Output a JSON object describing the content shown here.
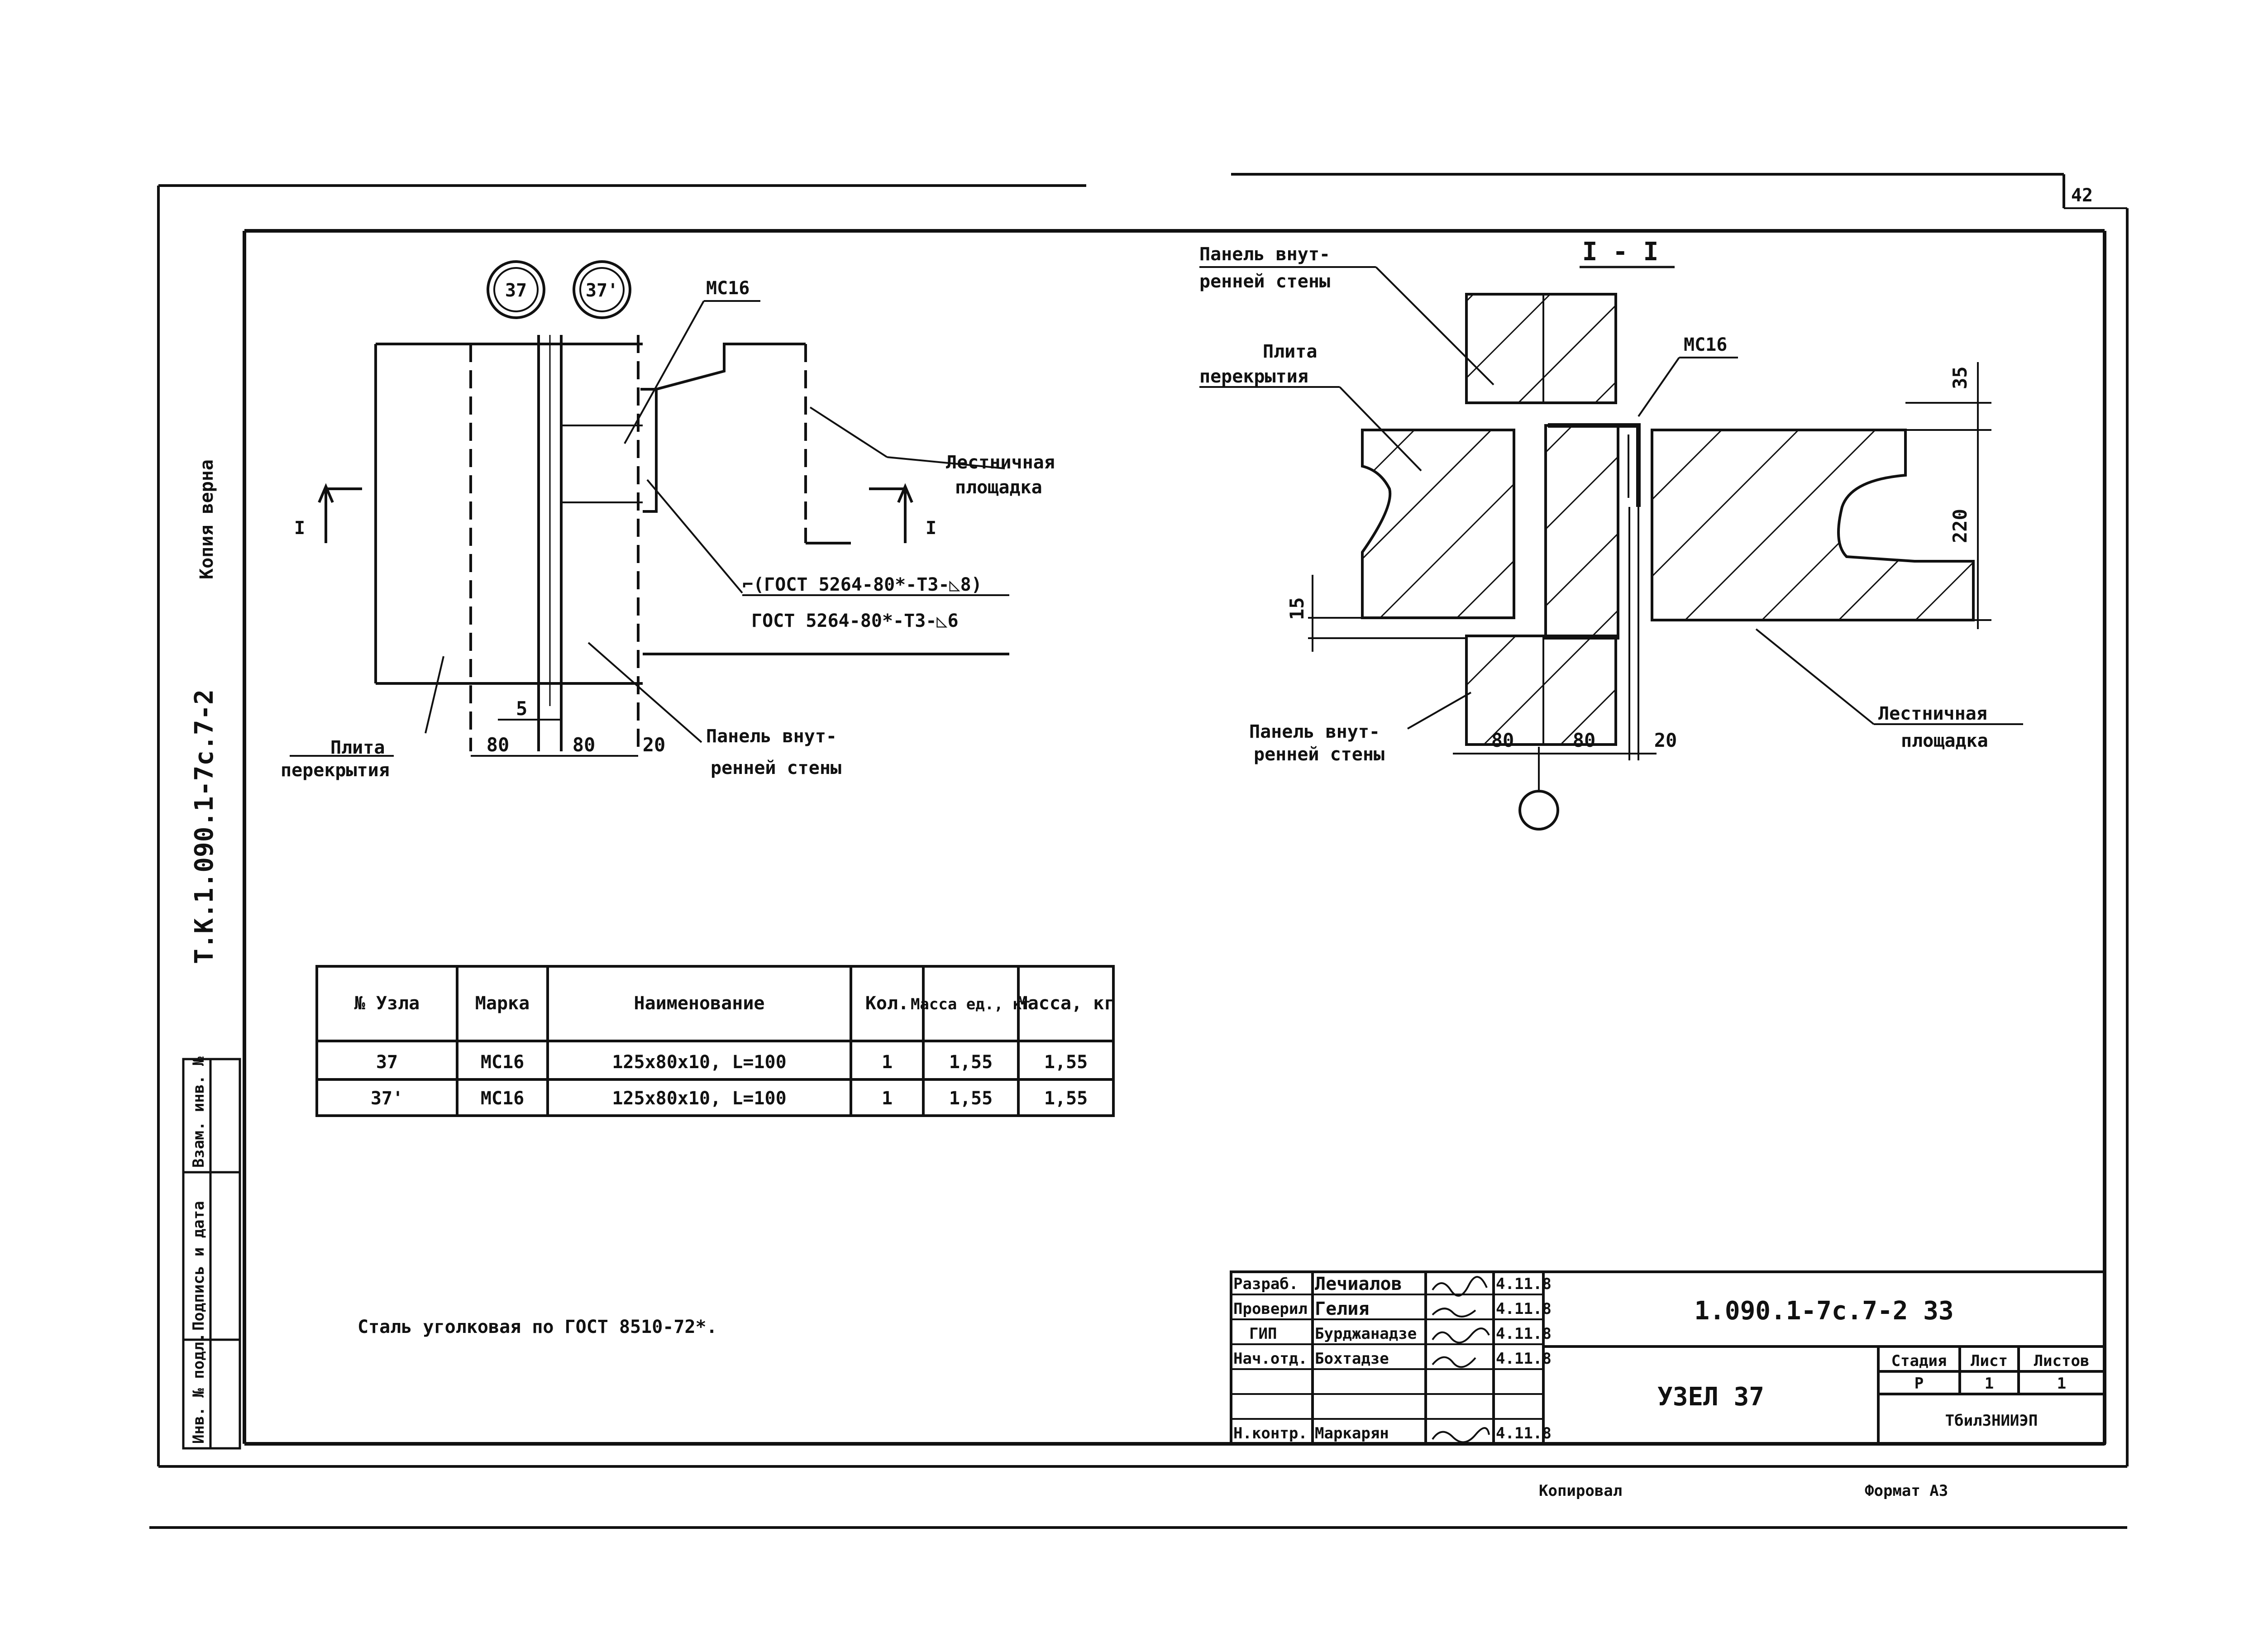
{
  "page_number": "42",
  "left_stamp": {
    "album": "Т.К.1.090.1-7с.7-2",
    "copy": "Копия верна"
  },
  "side_box": {
    "inv_replace": "Взам. инв. №",
    "signature_date": "Подпись и дата",
    "inv_original": "Инв. № подл."
  },
  "plan_view": {
    "node_marks": [
      "37",
      "37'"
    ],
    "part_label": "МС16",
    "section_mark": "I",
    "landing_label_1": "Лестничная",
    "landing_label_2": "площадка",
    "weld_label_1": "⌐(ГОСТ 5264-80*-Т3-◺8)",
    "weld_label_2": "ГОСТ 5264-80*-Т3-◺6",
    "slab_label_1": "Плита",
    "slab_label_2": "перекрытия",
    "panel_label_1": "Панель внут-",
    "panel_label_2": "ренней стены",
    "dim_5": "5",
    "dims": [
      "80",
      "80",
      "20"
    ]
  },
  "section_view": {
    "title": "I - I",
    "panel_top_1": "Панель внут-",
    "panel_top_2": "ренней стены",
    "slab_1": "Плита",
    "slab_2": "перекрытия",
    "part_label": "МС16",
    "dim_35": "35",
    "dim_220": "220",
    "dim_15": "15",
    "panel_bottom_1": "Панель внут-",
    "panel_bottom_2": "ренней стены",
    "landing_1": "Лестничная",
    "landing_2": "площадка",
    "dims": [
      "80",
      "80",
      "20"
    ]
  },
  "spec_table": {
    "headers": [
      "№ Узла",
      "Марка",
      "Наименование",
      "Кол.",
      "Масса ед., кг",
      "Масса, кг"
    ],
    "rows": [
      [
        "37",
        "МС16",
        "125х80х10, L=100",
        "1",
        "1,55",
        "1,55"
      ],
      [
        "37'",
        "МС16",
        "125х80х10, L=100",
        "1",
        "1,55",
        "1,55"
      ]
    ]
  },
  "note": "Сталь уголковая по ГОСТ 8510-72*.",
  "title_block": {
    "roles": [
      "Разраб.",
      "Проверил",
      "ГИП",
      "Нач.отд.",
      "",
      "",
      "Н.контр."
    ],
    "names": [
      "Лечиалов",
      "Гелия",
      "Бурджанадзе",
      "Бохтадзе",
      "",
      "",
      "Маркарян"
    ],
    "dates": [
      "4.11.8",
      "4.11.8",
      "4.11.8",
      "4.11.8",
      "",
      "",
      "4.11.8"
    ],
    "document_code": "1.090.1-7с.7-2 33",
    "sheet_name": "УЗЕЛ 37",
    "stage_header": "Стадия",
    "sheet_header": "Лист",
    "sheets_header": "Листов",
    "stage": "Р",
    "sheet": "1",
    "sheets": "1",
    "organization": "ТбилЗНИИЭП"
  },
  "footer": {
    "copied": "Копировал",
    "format": "Формат А3"
  }
}
